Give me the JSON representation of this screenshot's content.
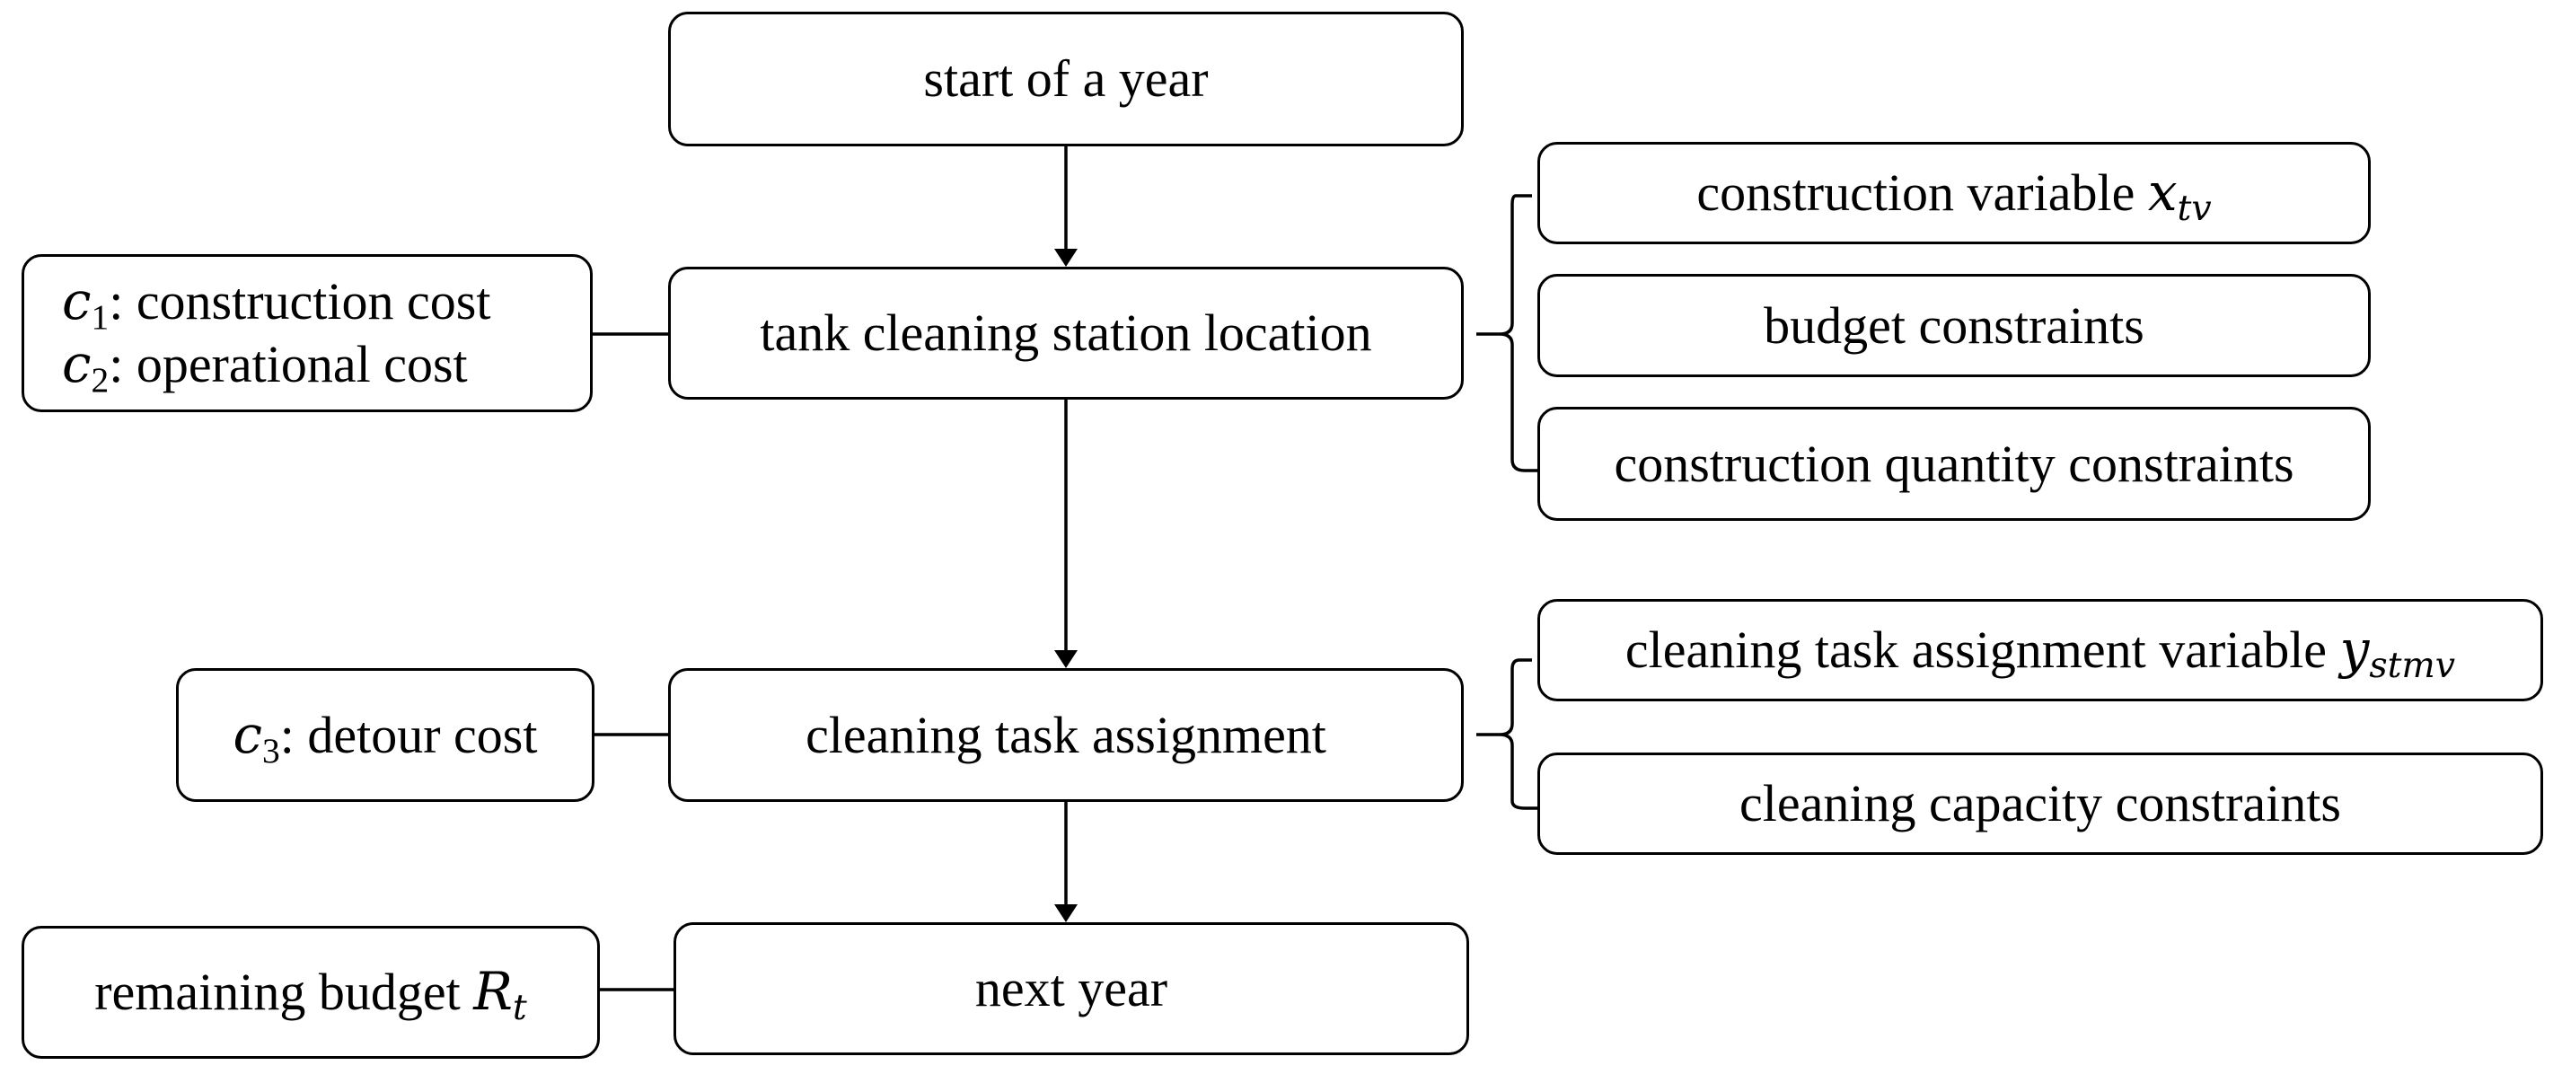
{
  "main_flow": {
    "start": "start of a year",
    "location": "tank cleaning station location",
    "assignment": "cleaning task assignment",
    "next": "next year"
  },
  "costs": {
    "c1": {
      "symbol": "c",
      "index": "1",
      "text": ": construction cost"
    },
    "c2": {
      "symbol": "c",
      "index": "2",
      "text": ": operational cost"
    },
    "c3": {
      "symbol": "c",
      "index": "3",
      "text": ": detour cost"
    }
  },
  "budget": {
    "text": "remaining budget ",
    "symbol": "R",
    "index": "t"
  },
  "location_details": {
    "construction_variable": {
      "text": "construction variable ",
      "symbol": "x",
      "index": "tv"
    },
    "budget_constraints": "budget constraints",
    "quantity_constraints": "construction quantity constraints"
  },
  "assignment_details": {
    "assignment_variable": {
      "text": "cleaning task assignment variable ",
      "symbol": "y",
      "index": "stmv"
    },
    "capacity_constraints": "cleaning capacity constraints"
  }
}
